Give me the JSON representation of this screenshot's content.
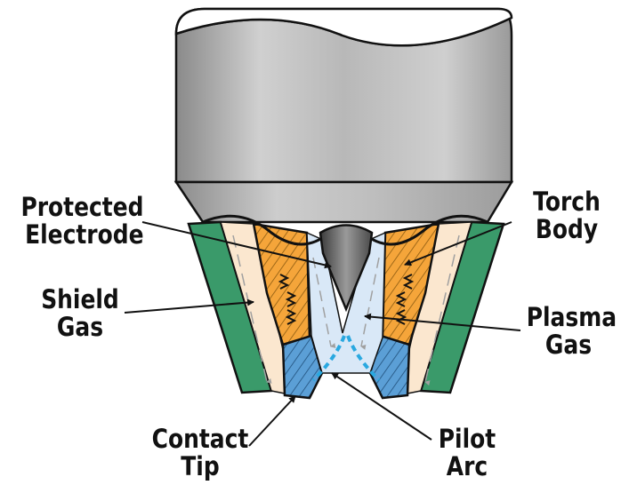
{
  "labels": {
    "protected_electrode": [
      "Protected",
      "Electrode"
    ],
    "torch_body": [
      "Torch",
      "Body"
    ],
    "shield_gas": [
      "Shield",
      "Gas"
    ],
    "plasma_gas": [
      "Plasma",
      "Gas"
    ],
    "contact_tip": [
      "Contact",
      "Tip"
    ],
    "pilot_arc": [
      "Pilot",
      "Arc"
    ]
  },
  "colors": {
    "cylinder": "#bdbdbd",
    "outer_cup": "#3a9a6a",
    "shield_gas": "#fbe7cf",
    "torch_body": "#f5a53a",
    "contact_tip": "#5b9fd6",
    "plasma_gas": "#d9e8f7",
    "pilot_arc": "#29a8e0",
    "outline": "#111111"
  }
}
